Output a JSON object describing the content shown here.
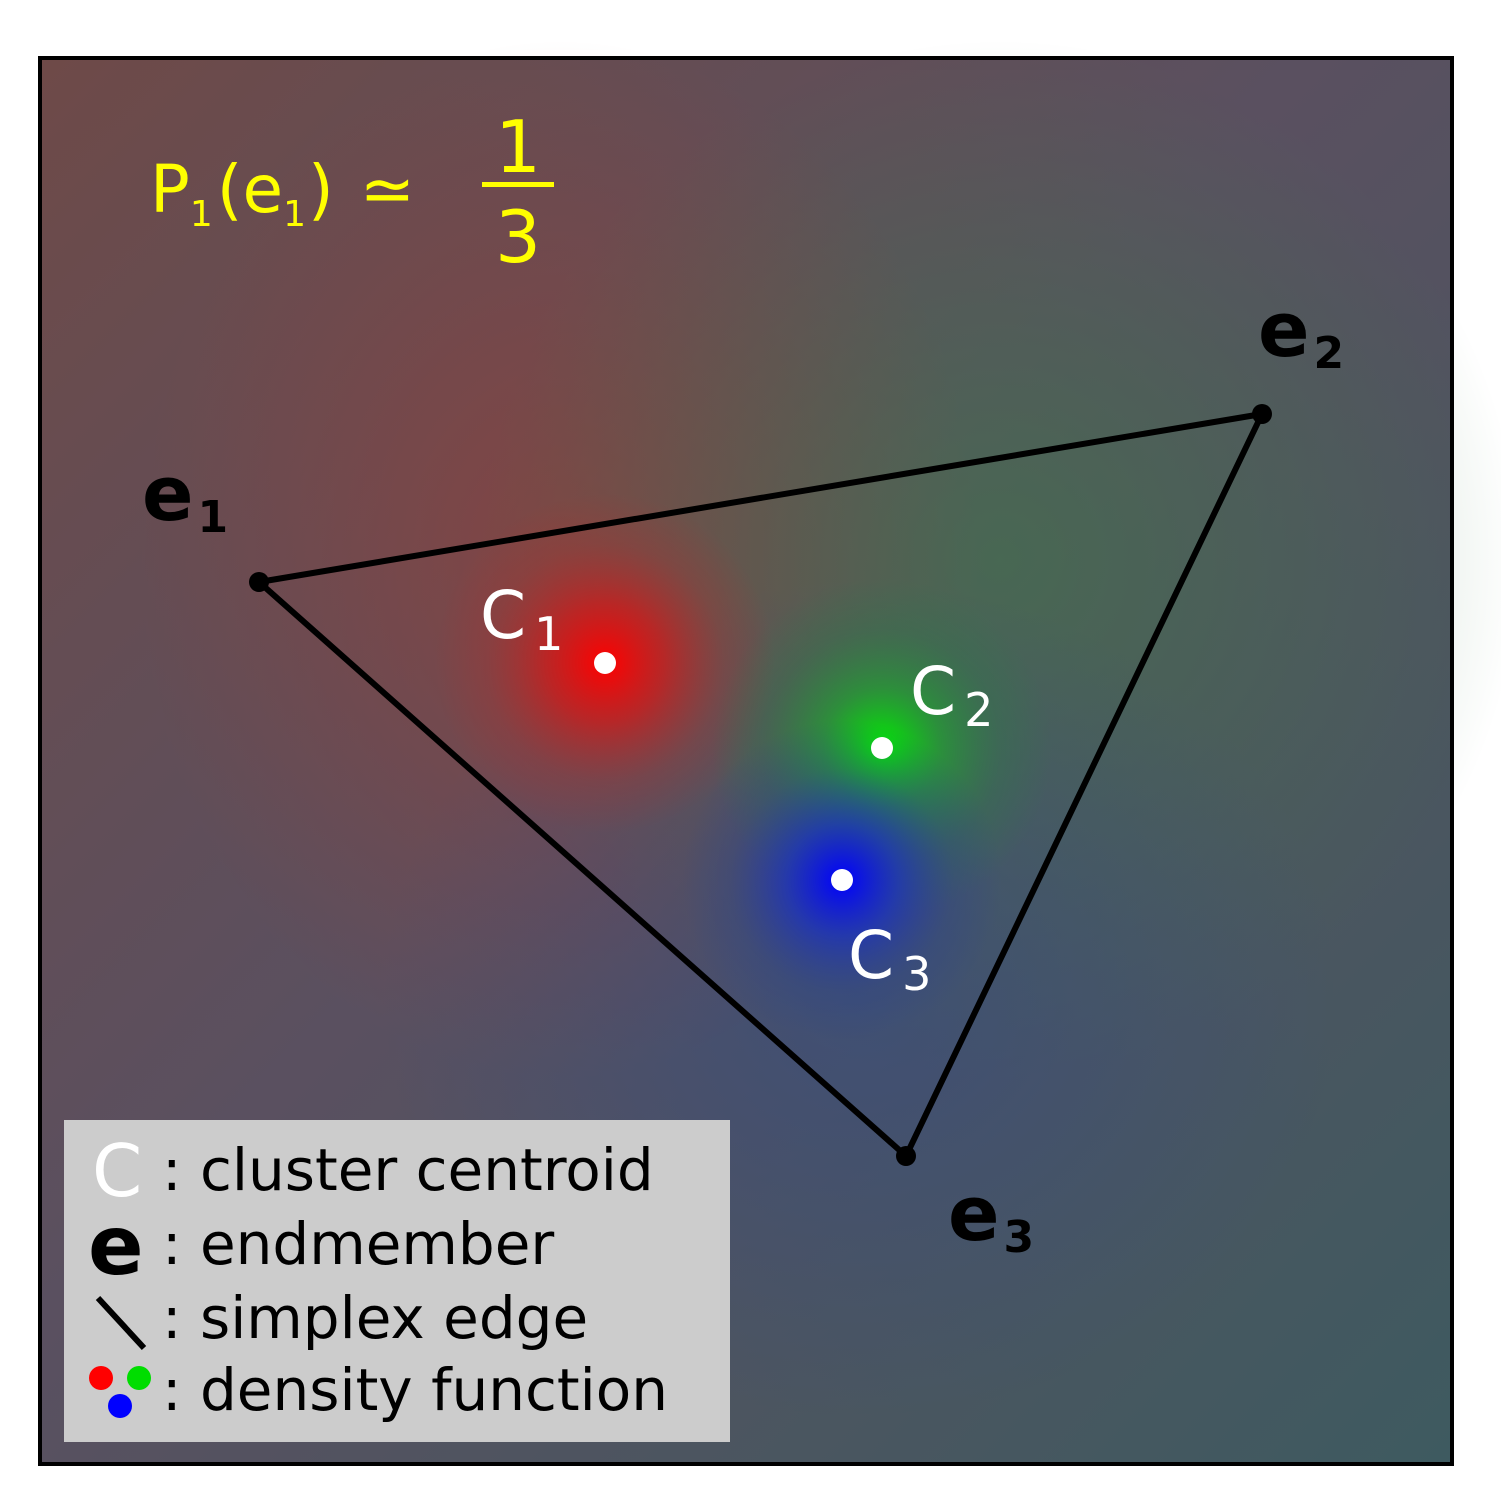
{
  "formula": {
    "lhs_base": "P",
    "lhs_sub": "1",
    "open_paren": "(",
    "arg_base": "e",
    "arg_sub": "1",
    "close_paren": ")",
    "relation": "≃",
    "numerator": "1",
    "denominator": "3",
    "color": "#ffff00"
  },
  "endmembers": [
    {
      "base": "e",
      "sub": "1"
    },
    {
      "base": "e",
      "sub": "2"
    },
    {
      "base": "e",
      "sub": "3"
    }
  ],
  "centroids": [
    {
      "base": "C",
      "sub": "1",
      "color": "#ff0000"
    },
    {
      "base": "C",
      "sub": "2",
      "color": "#00dd00"
    },
    {
      "base": "C",
      "sub": "3",
      "color": "#0000ff"
    }
  ],
  "legend": {
    "items": [
      {
        "symbol": "C",
        "text": ": cluster centroid"
      },
      {
        "symbol": "e",
        "text": ": endmember"
      },
      {
        "symbol": "simplex-edge",
        "text": ": simplex edge"
      },
      {
        "symbol": "density-dots",
        "text": ": density function"
      }
    ],
    "background": "#cccccc"
  },
  "colors": {
    "frame": "#000000",
    "edge": "#000000",
    "centroid_marker": "#ffffff",
    "centroid_label": "#ffffff",
    "endmember_label": "#000000"
  }
}
